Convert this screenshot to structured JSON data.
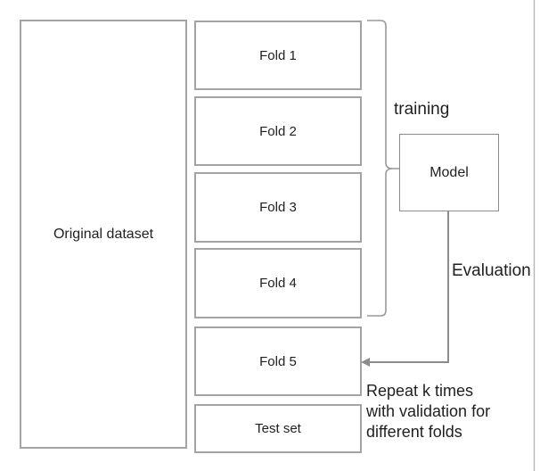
{
  "original_dataset": {
    "label": "Original dataset"
  },
  "folds": [
    {
      "label": "Fold 1"
    },
    {
      "label": "Fold 2"
    },
    {
      "label": "Fold 3"
    },
    {
      "label": "Fold 4"
    },
    {
      "label": "Fold 5"
    },
    {
      "label": "Test set"
    }
  ],
  "model": {
    "label": "Model"
  },
  "annotations": {
    "training": "training",
    "evaluation": "Evaluation",
    "repeat_note": "Repeat k times\nwith validation for\ndifferent folds"
  },
  "colors": {
    "box_border": "#a3a3a3",
    "model_border": "#8c8c8c",
    "connector_line": "#8c8c8c",
    "frame_border": "#b5b5b5",
    "text": "#1f1f1f",
    "background": "#ffffff"
  }
}
